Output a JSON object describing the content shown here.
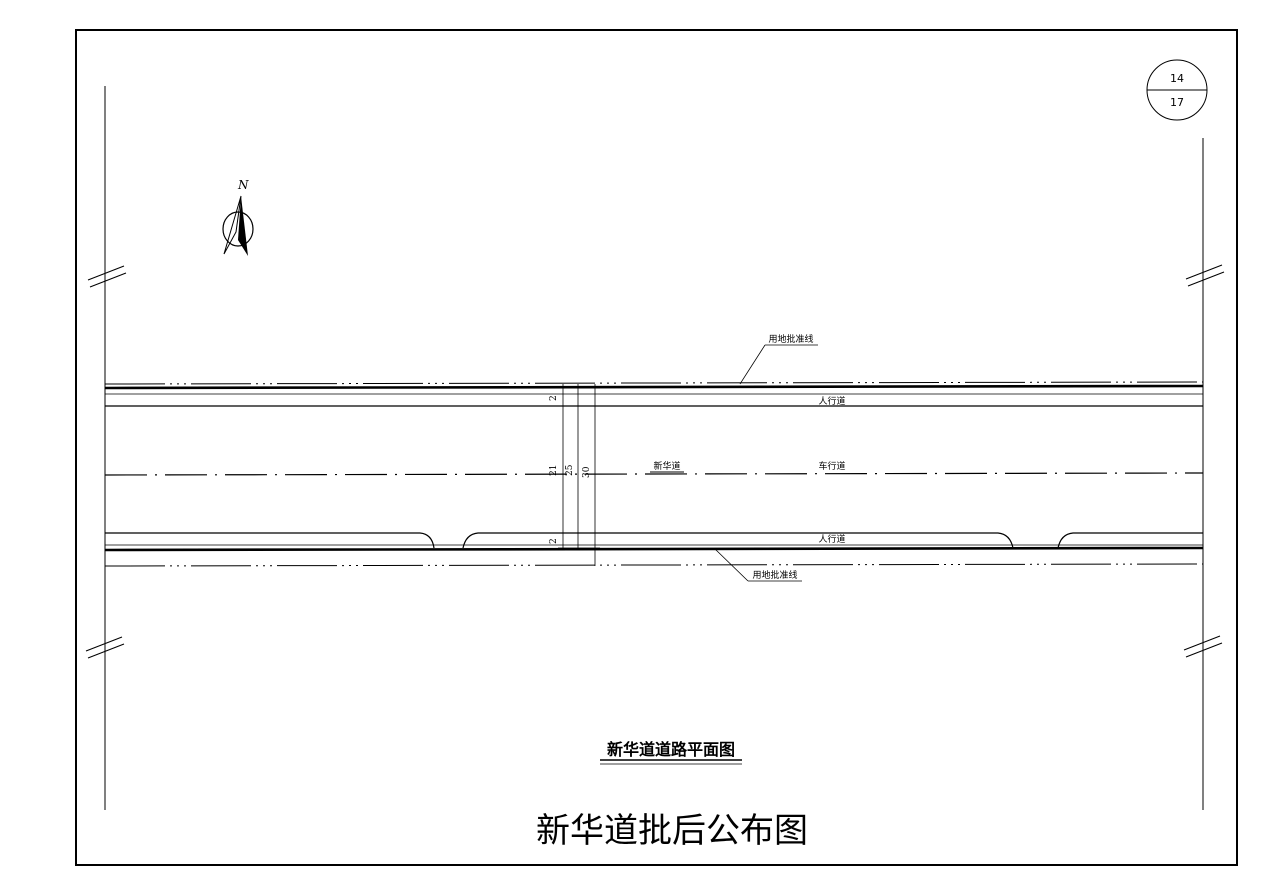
{
  "sheet": {
    "number": "14",
    "total": "17"
  },
  "north_arrow": {
    "label": "N"
  },
  "road": {
    "name": "新华道",
    "carriageway": "车行道",
    "sidewalk_north": "人行道",
    "sidewalk_south": "人行道",
    "boundary_north": "用地批准线",
    "boundary_south": "用地批准线"
  },
  "dimensions": {
    "sidewalk_top": "2",
    "sidewalk_bottom": "2",
    "carriageway": "21",
    "curb_to_curb": "25",
    "total": "30"
  },
  "drawing_title": "新华道道路平面图",
  "stamp_title": "新华道批后公布图"
}
